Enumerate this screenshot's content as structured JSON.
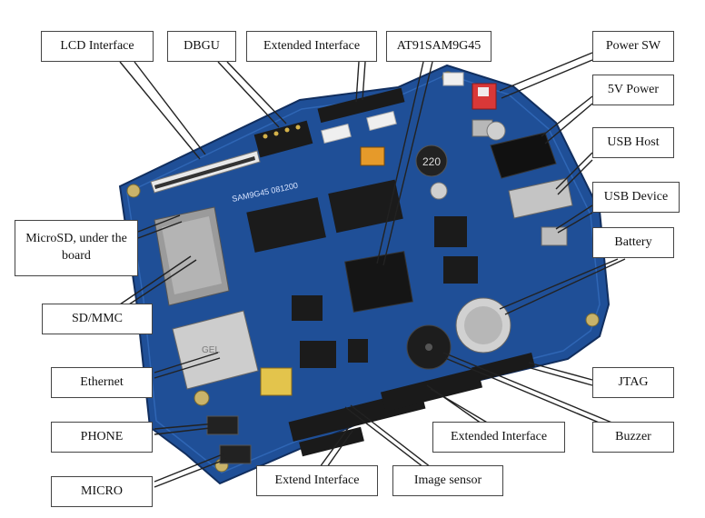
{
  "labels": {
    "lcd": "LCD Interface",
    "dbgu": "DBGU",
    "ext_top": "Extended Interface",
    "cpu": "AT91SAM9G45",
    "power_sw": "Power SW",
    "power_5v": "5V Power",
    "usb_host": "USB Host",
    "usb_device": "USB Device",
    "battery": "Battery",
    "microsd": "MicroSD, under the board",
    "sdmmc": "SD/MMC",
    "ethernet": "Ethernet",
    "phone": "PHONE",
    "micro": "MICRO",
    "jtag": "JTAG",
    "buzzer": "Buzzer",
    "ext_bottom": "Extended Interface",
    "extend": "Extend Interface",
    "image_sensor": "Image sensor"
  },
  "board": {
    "silkscreen": "SAM9G45 081200",
    "inductor": "220",
    "jack_label": "GEL"
  },
  "colors": {
    "pcb": "#1f4f97",
    "pcb_dark": "#163c78",
    "label_border": "#444444",
    "leader": "#222222"
  }
}
